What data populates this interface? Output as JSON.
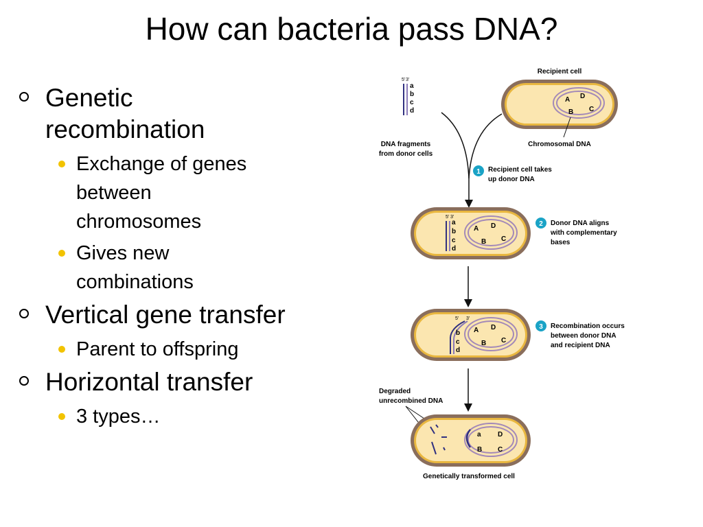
{
  "slide": {
    "title": "How can bacteria pass DNA?",
    "bullets": [
      {
        "text_lines": [
          "Genetic",
          "recombination"
        ],
        "sub": [
          {
            "text_lines": [
              "Exchange of genes",
              "between",
              "chromosomes"
            ]
          },
          {
            "text_lines": [
              "Gives new",
              "combinations"
            ]
          }
        ]
      },
      {
        "text_lines": [
          "Vertical gene transfer"
        ],
        "sub": [
          {
            "text_lines": [
              "Parent to offspring"
            ]
          }
        ]
      },
      {
        "text_lines": [
          "Horizontal transfer"
        ],
        "sub": [
          {
            "text_lines": [
              "3 types…"
            ]
          }
        ]
      }
    ]
  },
  "diagram": {
    "recipient_cell": "Recipient cell",
    "chromosomal_dna": "Chromosomal DNA",
    "fragments_l1": "DNA fragments",
    "fragments_l2": "from donor cells",
    "strand_5": "5'",
    "strand_3": "3'",
    "gene_a": "a",
    "gene_b": "b",
    "gene_c": "c",
    "gene_d": "d",
    "gene_A": "A",
    "gene_B": "B",
    "gene_C": "C",
    "gene_D": "D",
    "step1_num": "1",
    "step1_l1": "Recipient cell takes",
    "step1_l2": "up donor DNA",
    "step2_num": "2",
    "step2_l1": "Donor DNA aligns",
    "step2_l2": "with complementary",
    "step2_l3": "bases",
    "step3_num": "3",
    "step3_l1": "Recombination occurs",
    "step3_l2": "between donor DNA",
    "step3_l3": "and recipient DNA",
    "degraded_l1": "Degraded",
    "degraded_l2": "unrecombined DNA",
    "transformed_cell": "Genetically transformed cell",
    "colors": {
      "cell_wall": "#8a6e5c",
      "cytoplasm": "#fbe6b0",
      "membrane": "#e9b73f",
      "chromosome": "#a389b8",
      "dna": "#303080",
      "step_badge": "#1aa3c6"
    }
  }
}
